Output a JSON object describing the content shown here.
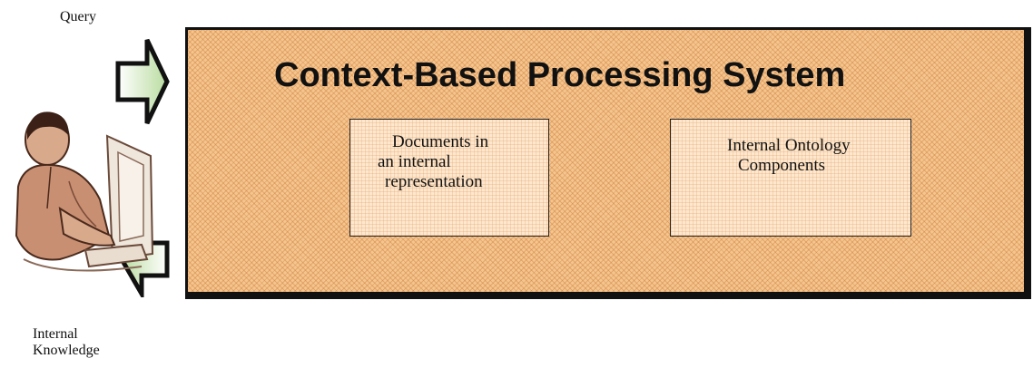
{
  "labels": {
    "query": "Query",
    "knowledge_line1": "Internal",
    "knowledge_line2": "Knowledge"
  },
  "system": {
    "title": "Context-Based Processing System",
    "fill_color": "#f4c58f",
    "documents_box": {
      "line1": "Documents in",
      "line2": "an internal",
      "line3": "representation"
    },
    "ontology_box": {
      "line1": "Internal Ontology",
      "line2": "Components"
    }
  },
  "icons": {
    "user": "person-at-computer-icon",
    "query_arrow": "arrow-right-icon",
    "knowledge_arrow": "arrow-left-icon",
    "arrow_fill": "#cfe8b8"
  }
}
